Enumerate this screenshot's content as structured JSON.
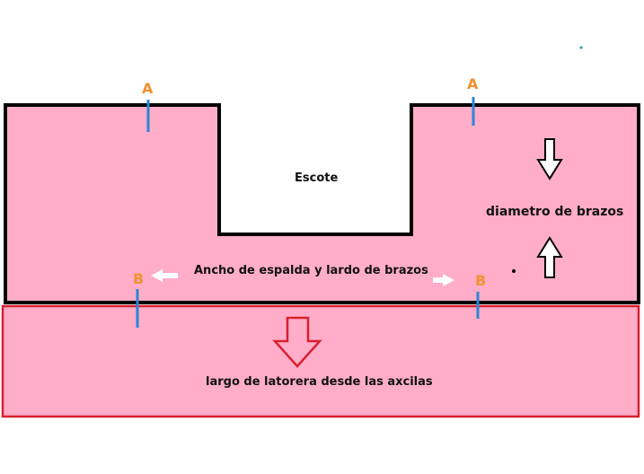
{
  "labels": {
    "neckline": "Escote",
    "arm_diameter": "diametro de brazos",
    "back_width": "Ancho de espalda y lardo de brazos",
    "side_length": "largo de latorera desde las axcilas"
  },
  "markers": {
    "top_left": "A",
    "top_right": "A",
    "bottom_left": "B",
    "bottom_right": "B"
  },
  "colors": {
    "fill": "#ffadc9",
    "upper_outline": "#000000",
    "lower_outline": "#d8202f",
    "marker_text": "#f0922e",
    "marker_line": "#2b86d4",
    "arrow_red": "#d8202f",
    "arrow_white": "#ffffff"
  }
}
